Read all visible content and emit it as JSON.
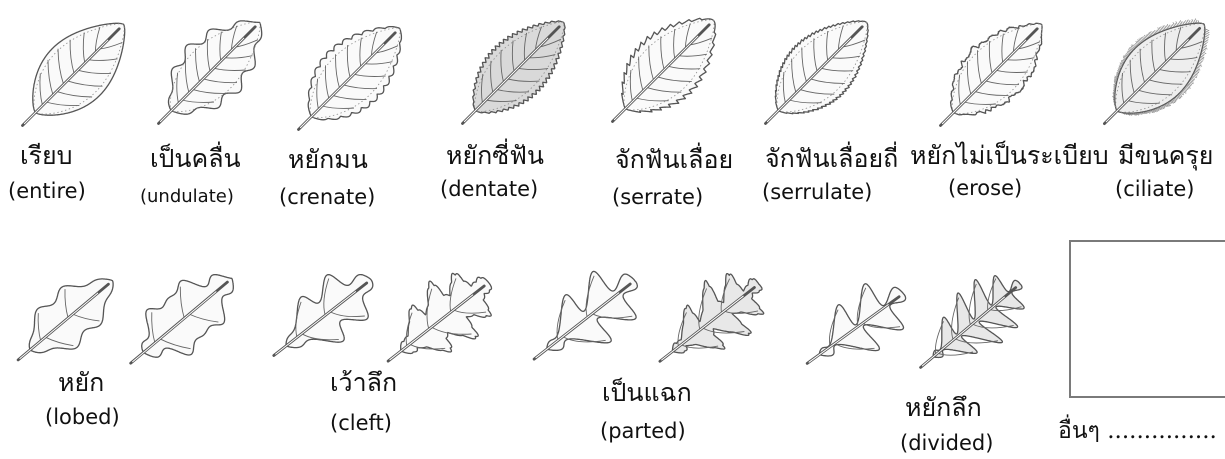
{
  "row1": [
    {
      "thai": "เรียบ",
      "english": "(entire)"
    },
    {
      "thai": "เป็นคลื่น",
      "english": "(undulate)"
    },
    {
      "thai": "หยักมน",
      "english": "(crenate)"
    },
    {
      "thai": "หยักซี่ฟัน",
      "english": "(dentate)"
    },
    {
      "thai": "จักฟันเลื่อย",
      "english": "(serrate)"
    },
    {
      "thai": "จักฟันเลื่อยถี่",
      "english": "(serrulate)"
    },
    {
      "thai": "หยักไม่เป็นระเบียบ",
      "english": "(erose)"
    },
    {
      "thai": "มีขนครุย",
      "english": "(ciliate)"
    }
  ],
  "row2": [
    {
      "thai": "หยัก",
      "english": "(lobed)"
    },
    {
      "thai": "เว้าลึก",
      "english": "(cleft)"
    },
    {
      "thai": "เป็นแฉก",
      "english": "(parted)"
    },
    {
      "thai": "หยักลึก",
      "english": "(divided)"
    }
  ],
  "other": {
    "label": "อื่นๆ ..............."
  },
  "colors": {
    "line": "#555555",
    "fill": "#fafafa",
    "box_border": "#7a7a7a"
  }
}
